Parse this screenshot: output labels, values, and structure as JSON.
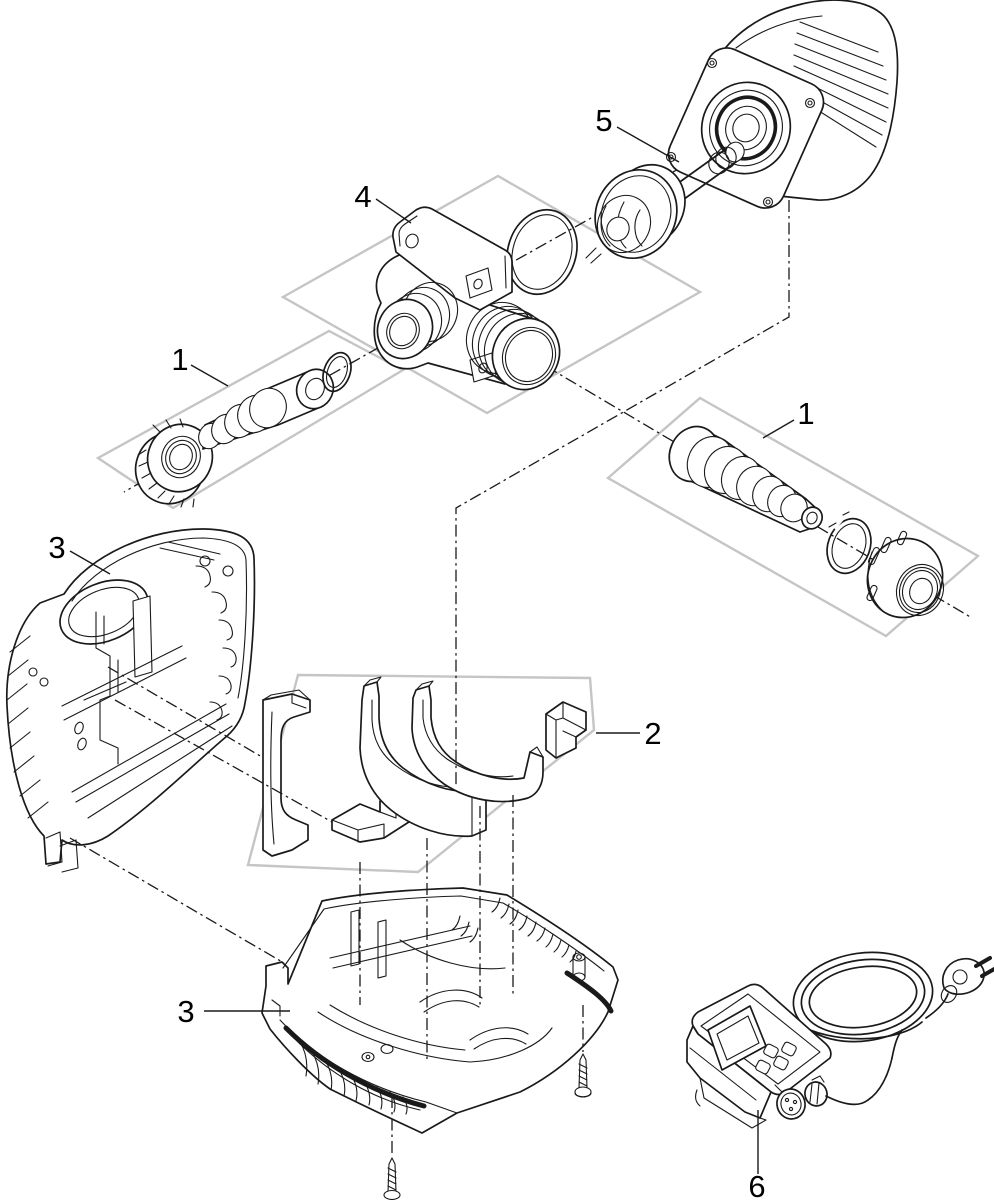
{
  "diagram": {
    "kind": "exploded-parts-diagram",
    "subject": "pond-pump-assembly",
    "background": "#ffffff",
    "colors": {
      "line": "#1a1a1a",
      "frame": "#c5c5c5",
      "text": "#000000"
    },
    "callouts": {
      "n1_left": {
        "label": "1",
        "part": "hose-connector-with-nut-and-o-ring"
      },
      "n1_right": {
        "label": "1",
        "part": "hose-connector-with-nut-and-o-ring"
      },
      "n2": {
        "label": "2",
        "part": "clamp-set"
      },
      "n3_top": {
        "label": "3",
        "part": "housing-shell-upper-half"
      },
      "n3_bottom": {
        "label": "3",
        "part": "housing-shell-lower-half"
      },
      "n4": {
        "label": "4",
        "part": "pump-outlet-housing-with-o-ring"
      },
      "n5": {
        "label": "5",
        "part": "rotor-impeller-unit"
      },
      "n6": {
        "label": "6",
        "part": "controller-with-power-cable"
      }
    }
  }
}
